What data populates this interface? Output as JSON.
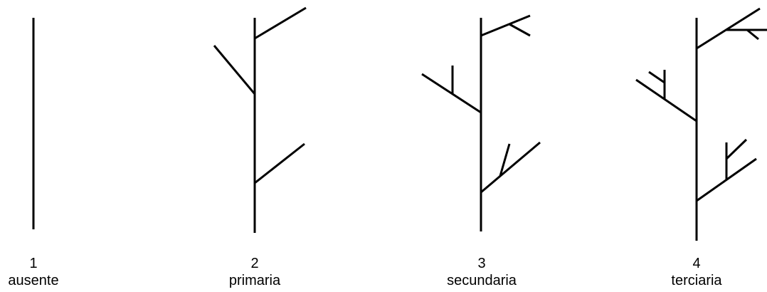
{
  "diagram": {
    "line_color": "#000000",
    "items": [
      {
        "number": "1",
        "label": "ausente"
      },
      {
        "number": "2",
        "label": "primaria"
      },
      {
        "number": "3",
        "label": "secundaria"
      },
      {
        "number": "4",
        "label": "terciaria"
      }
    ]
  }
}
